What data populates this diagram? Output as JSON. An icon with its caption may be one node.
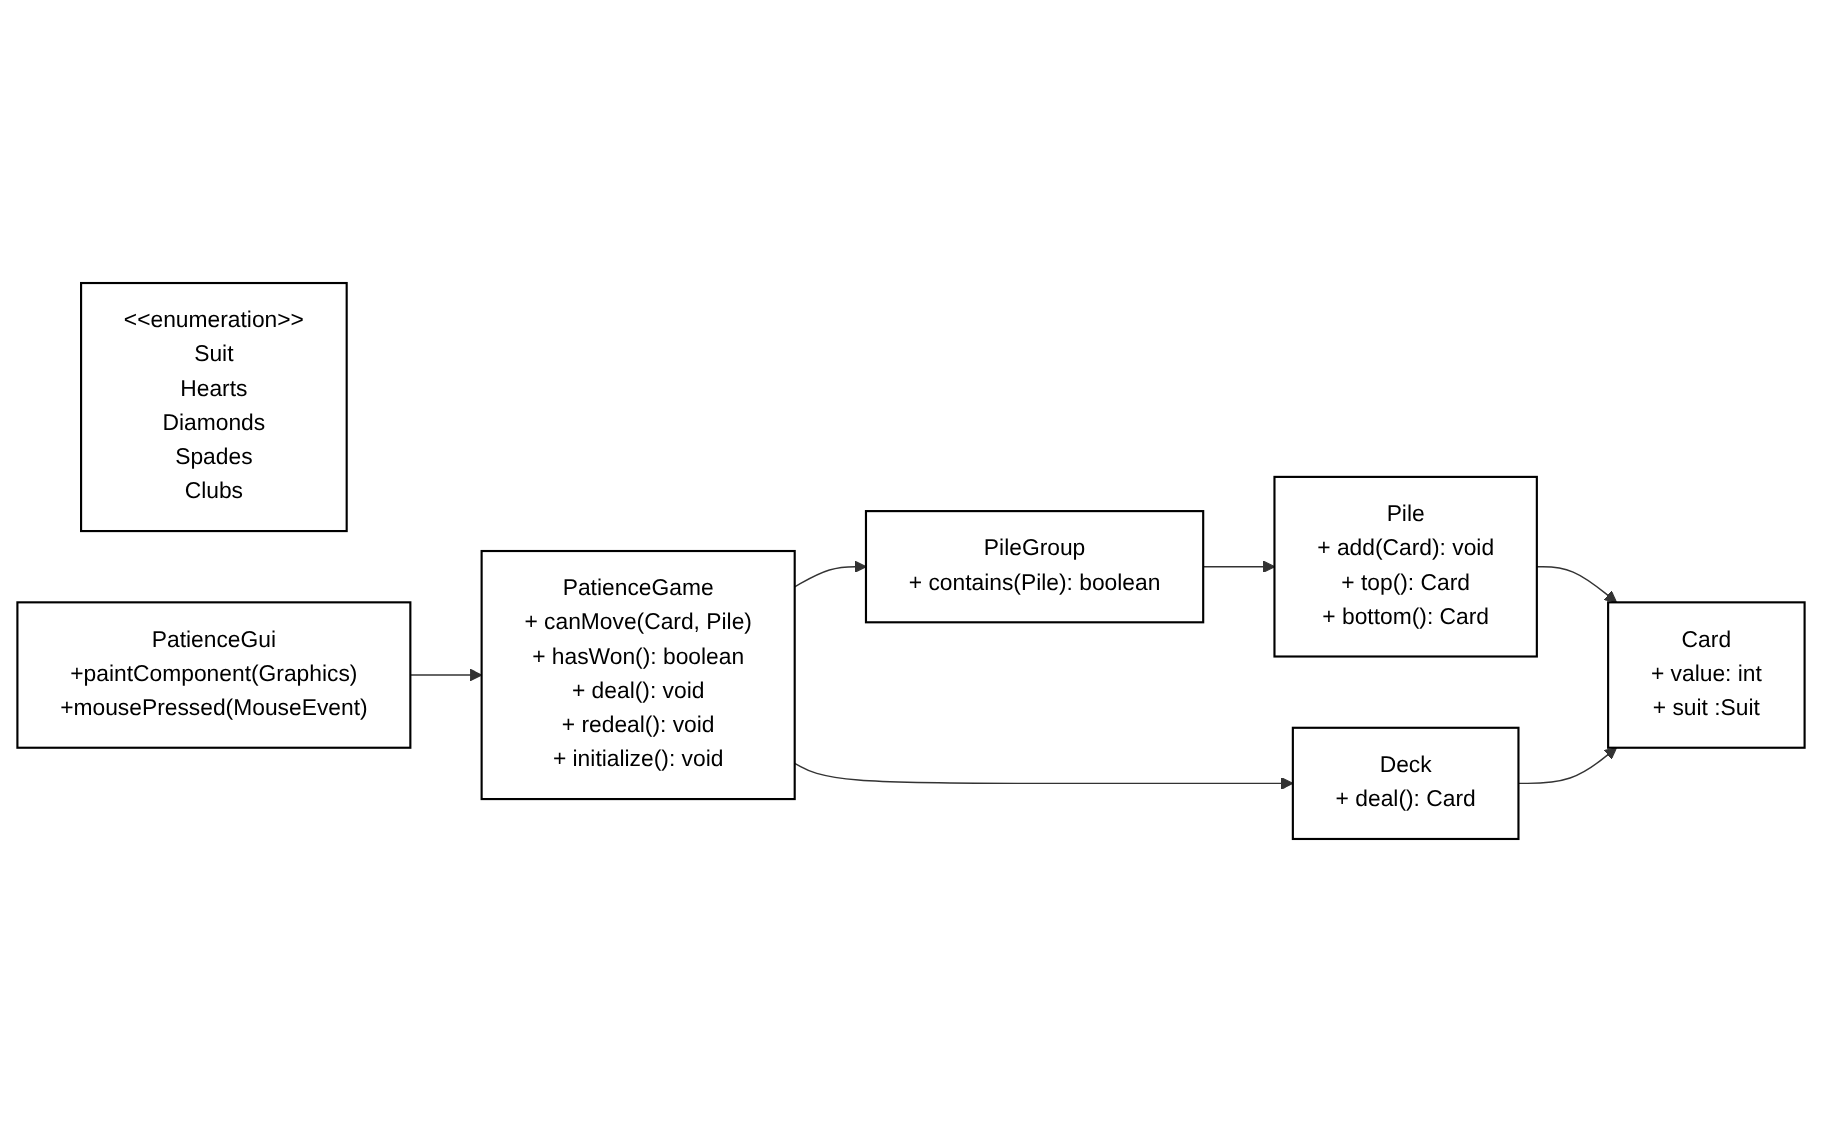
{
  "diagram": {
    "nodes": [
      {
        "text": [
          "PileGroup",
          "+ contains(Pile): boolean"
        ]
      },
      {
        "text": [
          "Pile",
          "+ add(Card): void",
          "+ top(): Card",
          "+ bottom(): Card"
        ]
      },
      {
        "text": [
          "Card",
          "+ value: int",
          "+ suit :Suit"
        ]
      },
      {
        "text": [
          "PatienceGame",
          "+ canMove(Card, Pile)",
          "+ hasWon(): boolean",
          "+ deal(): void",
          "+ redeal(): void",
          "+ initialize(): void"
        ]
      },
      {
        "text": [
          "Deck",
          "+ deal(): Card"
        ]
      },
      {
        "text": [
          "<<enumeration>>",
          "Suit",
          "Hearts",
          "Diamonds",
          "Spades",
          "Clubs"
        ]
      },
      {
        "text": [
          "PatienceGui",
          "+paintComponent(Graphics)",
          "+mousePressed(MouseEvent)"
        ]
      }
    ],
    "edges": [
      {
        "from": 0,
        "to": 1,
        "arrow": "to"
      },
      {
        "from": 1,
        "to": 2,
        "arrow": "to"
      },
      {
        "from": 3,
        "to": 0,
        "arrow": "to"
      },
      {
        "from": 3,
        "to": 4,
        "arrow": "to"
      },
      {
        "from": 4,
        "to": 2,
        "arrow": "to"
      },
      {
        "from": 6,
        "to": 3,
        "arrow": "to"
      }
    ]
  }
}
